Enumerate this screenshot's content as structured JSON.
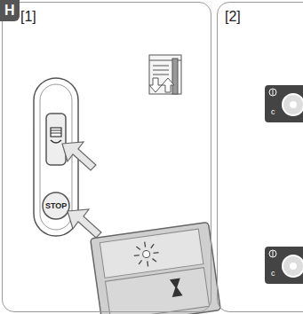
{
  "diagram": {
    "nodes": [
      {
        "text": [
          "H"
        ]
      },
      {
        "text": [
          "[1]"
        ]
      },
      {
        "text": [
          "[2]"
        ]
      }
    ],
    "labels": [
      "STOP",
      "c",
      "c"
    ]
  }
}
